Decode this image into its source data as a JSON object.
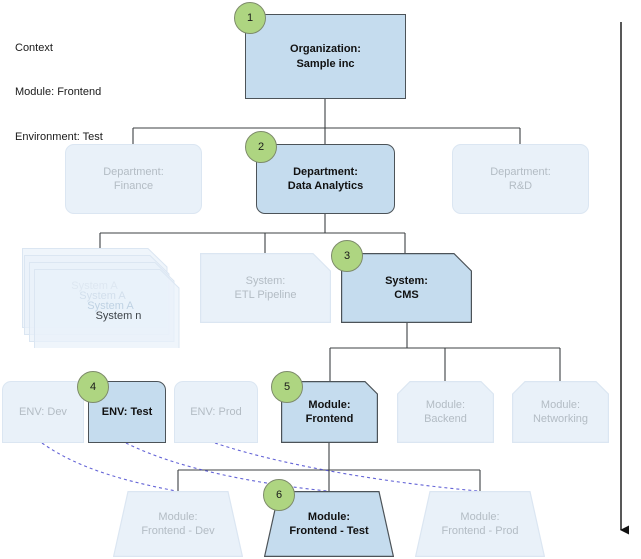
{
  "context": {
    "title": "Context",
    "lines": [
      "Context",
      "Module: Frontend",
      "Environment: Test"
    ]
  },
  "colors": {
    "active_fill": "#c5dcee",
    "active_stroke": "#4c5358",
    "inactive_fill": "#e9f1f9",
    "inactive_stroke": "#dbe6f2",
    "inactive_text": "#b3bcc4",
    "badge_fill": "#aed581",
    "badge_stroke": "#7d8b6a",
    "connector": "#3c4043",
    "dashed_link": "#4a4ad0"
  },
  "nodes": {
    "organization": {
      "label": "Organization:\nSample inc",
      "badge": "1",
      "state": "active",
      "shape": "rect"
    },
    "dept_finance": {
      "label": "Department:\nFinance",
      "badge": "",
      "state": "inactive",
      "shape": "round"
    },
    "dept_data_analytics": {
      "label": "Department:\nData Analytics",
      "badge": "2",
      "state": "active",
      "shape": "round"
    },
    "dept_rd": {
      "label": "Department:\nR&D",
      "badge": "",
      "state": "inactive",
      "shape": "round"
    },
    "system_stack": {
      "layers": [
        "System A",
        "System A",
        "System A",
        "System n"
      ],
      "state": "inactive",
      "shape": "system"
    },
    "system_etl": {
      "label": "System:\nETL Pipeline",
      "badge": "",
      "state": "inactive",
      "shape": "system"
    },
    "system_cms": {
      "label": "System:\nCMS",
      "badge": "3",
      "state": "active",
      "shape": "system"
    },
    "env_dev": {
      "label": "ENV: Dev",
      "badge": "",
      "state": "inactive",
      "shape": "envelope"
    },
    "env_test": {
      "label": "ENV: Test",
      "badge": "4",
      "state": "active",
      "shape": "envelope"
    },
    "env_prod": {
      "label": "ENV: Prod",
      "badge": "",
      "state": "inactive",
      "shape": "envelope"
    },
    "module_frontend": {
      "label": "Module:\nFrontend",
      "badge": "5",
      "state": "active",
      "shape": "module"
    },
    "module_backend": {
      "label": "Module:\nBackend",
      "badge": "",
      "state": "inactive",
      "shape": "module"
    },
    "module_networking": {
      "label": "Module:\nNetworking",
      "badge": "",
      "state": "inactive",
      "shape": "module"
    },
    "module_frontend_dev": {
      "label": "Module:\nFrontend - Dev",
      "badge": "",
      "state": "inactive",
      "shape": "trap"
    },
    "module_frontend_test": {
      "label": "Module:\nFrontend - Test",
      "badge": "6",
      "state": "active",
      "shape": "trap"
    },
    "module_frontend_prod": {
      "label": "Module:\nFrontend - Prod",
      "badge": "",
      "state": "inactive",
      "shape": "trap"
    }
  },
  "flow_arrow": {
    "direction": "down",
    "name": "drill-down-arrow"
  }
}
